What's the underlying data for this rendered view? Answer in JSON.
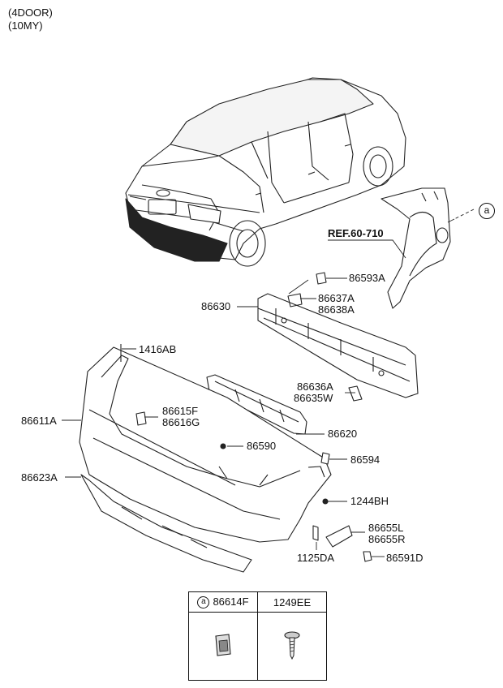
{
  "header": {
    "line1": "(4DOOR)",
    "line2": "(10MY)"
  },
  "reference": "REF.60-710",
  "callout_letter": "a",
  "parts": {
    "p86593A": "86593A",
    "p86637A": "86637A",
    "p86638A": "86638A",
    "p86630": "86630",
    "p1416AB": "1416AB",
    "p86636A": "86636A",
    "p86635W": "86635W",
    "p86615F": "86615F",
    "p86616G": "86616G",
    "p86611A": "86611A",
    "p86620": "86620",
    "p86590": "86590",
    "p86594": "86594",
    "p86623A": "86623A",
    "p1244BH": "1244BH",
    "p86655L": "86655L",
    "p86655R": "86655R",
    "p1125DA": "1125DA",
    "p86591D": "86591D"
  },
  "legend": {
    "letter": "a",
    "col1": "86614F",
    "col2": "1249EE"
  }
}
